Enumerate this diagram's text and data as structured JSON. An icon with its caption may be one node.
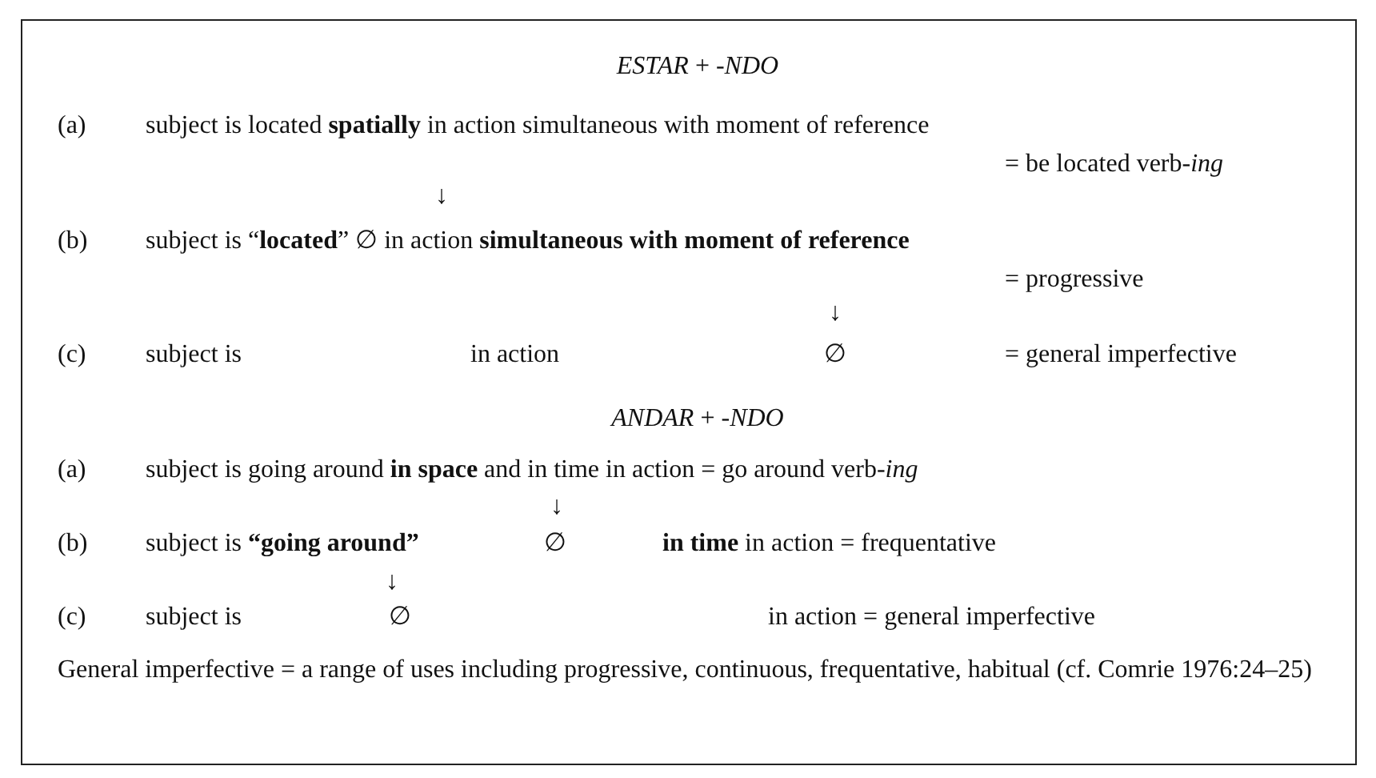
{
  "diagram": {
    "labels": [
      "*ESTAR* + *-NDO*",
      "(a)",
      "subject is located **spatially** in action simultaneous with moment of reference",
      "= be located verb-*ing*",
      "↓",
      "(b)",
      "subject is “**located**” ∅ in action **simultaneous with moment of reference**",
      "= progressive",
      "↓",
      "(c)",
      "subject is",
      "in action",
      "∅",
      "= general imperfective",
      "*ANDAR* + *-NDO*",
      "(a)",
      "subject is going around **in space** and in time in action = go around verb-*ing*",
      "↓",
      "(b)",
      "subject is **“going around”**",
      "∅",
      "**in time** in action = frequentative",
      "↓",
      "(c)",
      "subject is",
      "∅",
      "in action = general imperfective",
      "General imperfective = a range of uses including progressive, continuous, frequentative, habitual (cf. Comrie 1976:24–25)"
    ]
  }
}
